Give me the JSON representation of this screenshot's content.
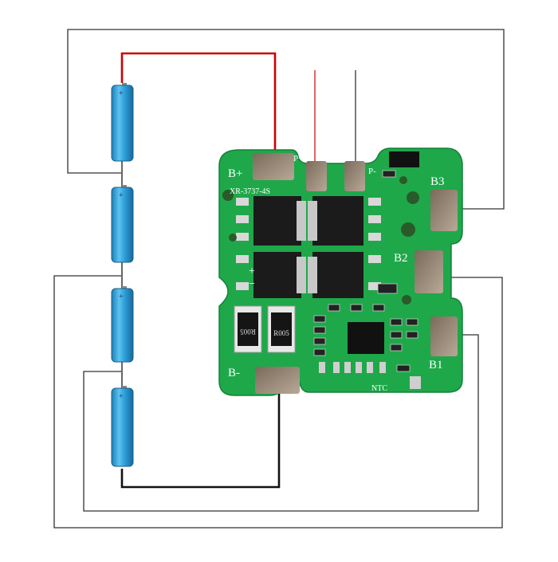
{
  "board": {
    "model": "XR-3737-4S",
    "color": "#1ea84a",
    "pads": {
      "b_plus": "B+",
      "b_minus": "B-",
      "b1": "B1",
      "b2": "B2",
      "b3": "B3",
      "p_plus": "P+",
      "p_minus": "P-",
      "plus_sign": "+",
      "minus_sign": "−",
      "ntc": "NTC"
    },
    "resistor_marking": "R005"
  },
  "cells": {
    "count": 4,
    "color": "#2e9fd8",
    "plus_mark": "+"
  },
  "wires": {
    "positive_color": "#cc0000",
    "negative_color": "#111111",
    "balance_color": "#333333"
  }
}
